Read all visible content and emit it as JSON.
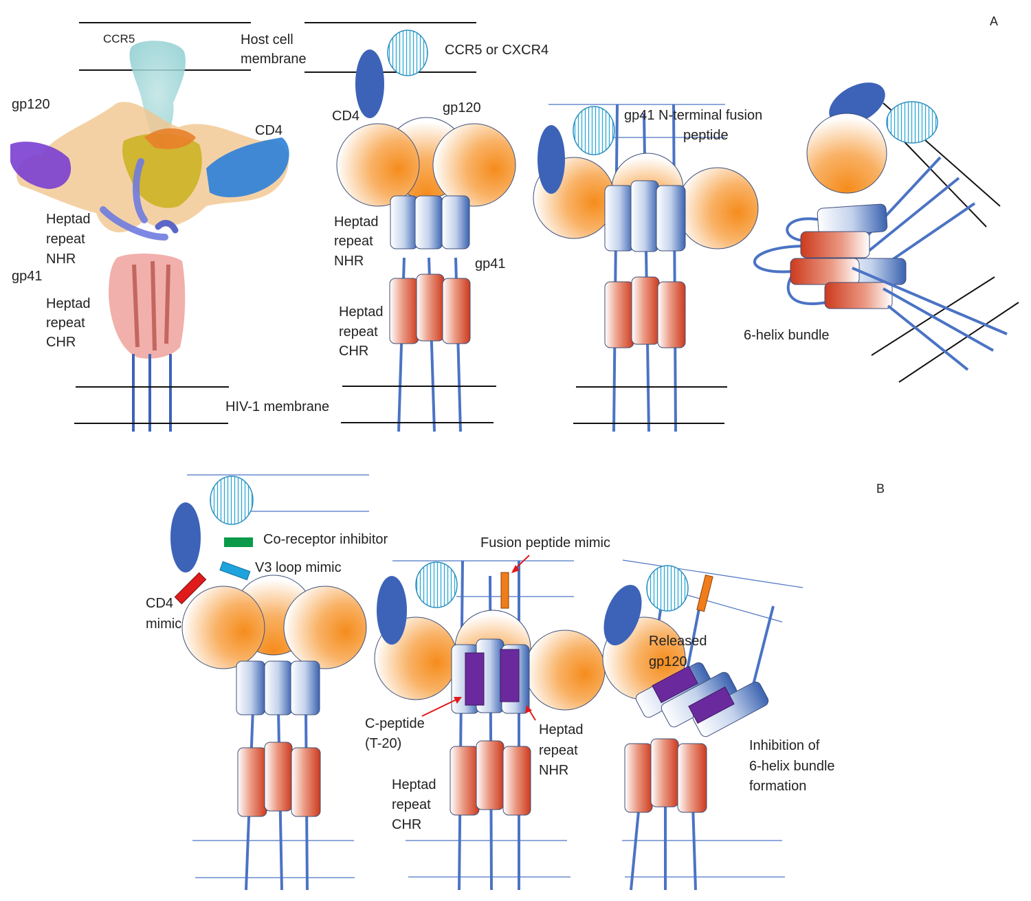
{
  "panel_a": {
    "panel_label": "A",
    "struct": {
      "ccr5": "CCR5",
      "host_membrane": [
        "Host cell",
        "membrane"
      ],
      "gp120": "gp120",
      "cd4": "CD4",
      "heptad_nhr": [
        "Heptad",
        "repeat",
        "NHR"
      ],
      "gp41": "gp41",
      "heptad_chr": [
        "Heptad",
        "repeat",
        "CHR"
      ],
      "hiv_membrane": "HIV-1 membrane"
    },
    "step2": {
      "coreceptor": "CCR5 or CXCR4",
      "cd4": "CD4",
      "gp120": "gp120",
      "heptad_nhr": [
        "Heptad",
        "repeat",
        "NHR"
      ],
      "gp41": "gp41",
      "heptad_chr": [
        "Heptad",
        "repeat",
        "CHR"
      ]
    },
    "step3": {
      "fusion_peptide": [
        "gp41 N-terminal fusion",
        "peptide"
      ]
    },
    "step4": {
      "bundle": "6-helix bundle"
    }
  },
  "panel_b": {
    "panel_label": "B",
    "step1": {
      "coreceptor_inhibitor": "Co-receptor inhibitor",
      "v3_mimic": "V3 loop mimic",
      "cd4_mimic": [
        "CD4",
        "mimic"
      ]
    },
    "step2": {
      "fusion_mimic": "Fusion peptide mimic",
      "c_peptide": [
        "C-peptide",
        "(T-20)"
      ],
      "heptad_nhr": [
        "Heptad",
        "repeat",
        "NHR"
      ],
      "heptad_chr": [
        "Heptad",
        "repeat",
        "CHR"
      ]
    },
    "step3": {
      "released": [
        "Released",
        "gp120"
      ],
      "inhibition": [
        "Inhibition of",
        "6-helix bundle",
        "formation"
      ]
    }
  },
  "colors": {
    "cd4_blue": "#3d63b8",
    "stalk_blue": "#4a73c4",
    "gp120_orange": "#f7941d",
    "chr_red": "#d9472b",
    "nhr_blue": "#5a7fc4",
    "inhibitor_green": "#0a9a4a",
    "v3_blue": "#1fa3dd",
    "cd4_mimic_red": "#e01b1b",
    "fusion_orange": "#f07c1a",
    "c_peptide_purple": "#6a2a9e"
  }
}
